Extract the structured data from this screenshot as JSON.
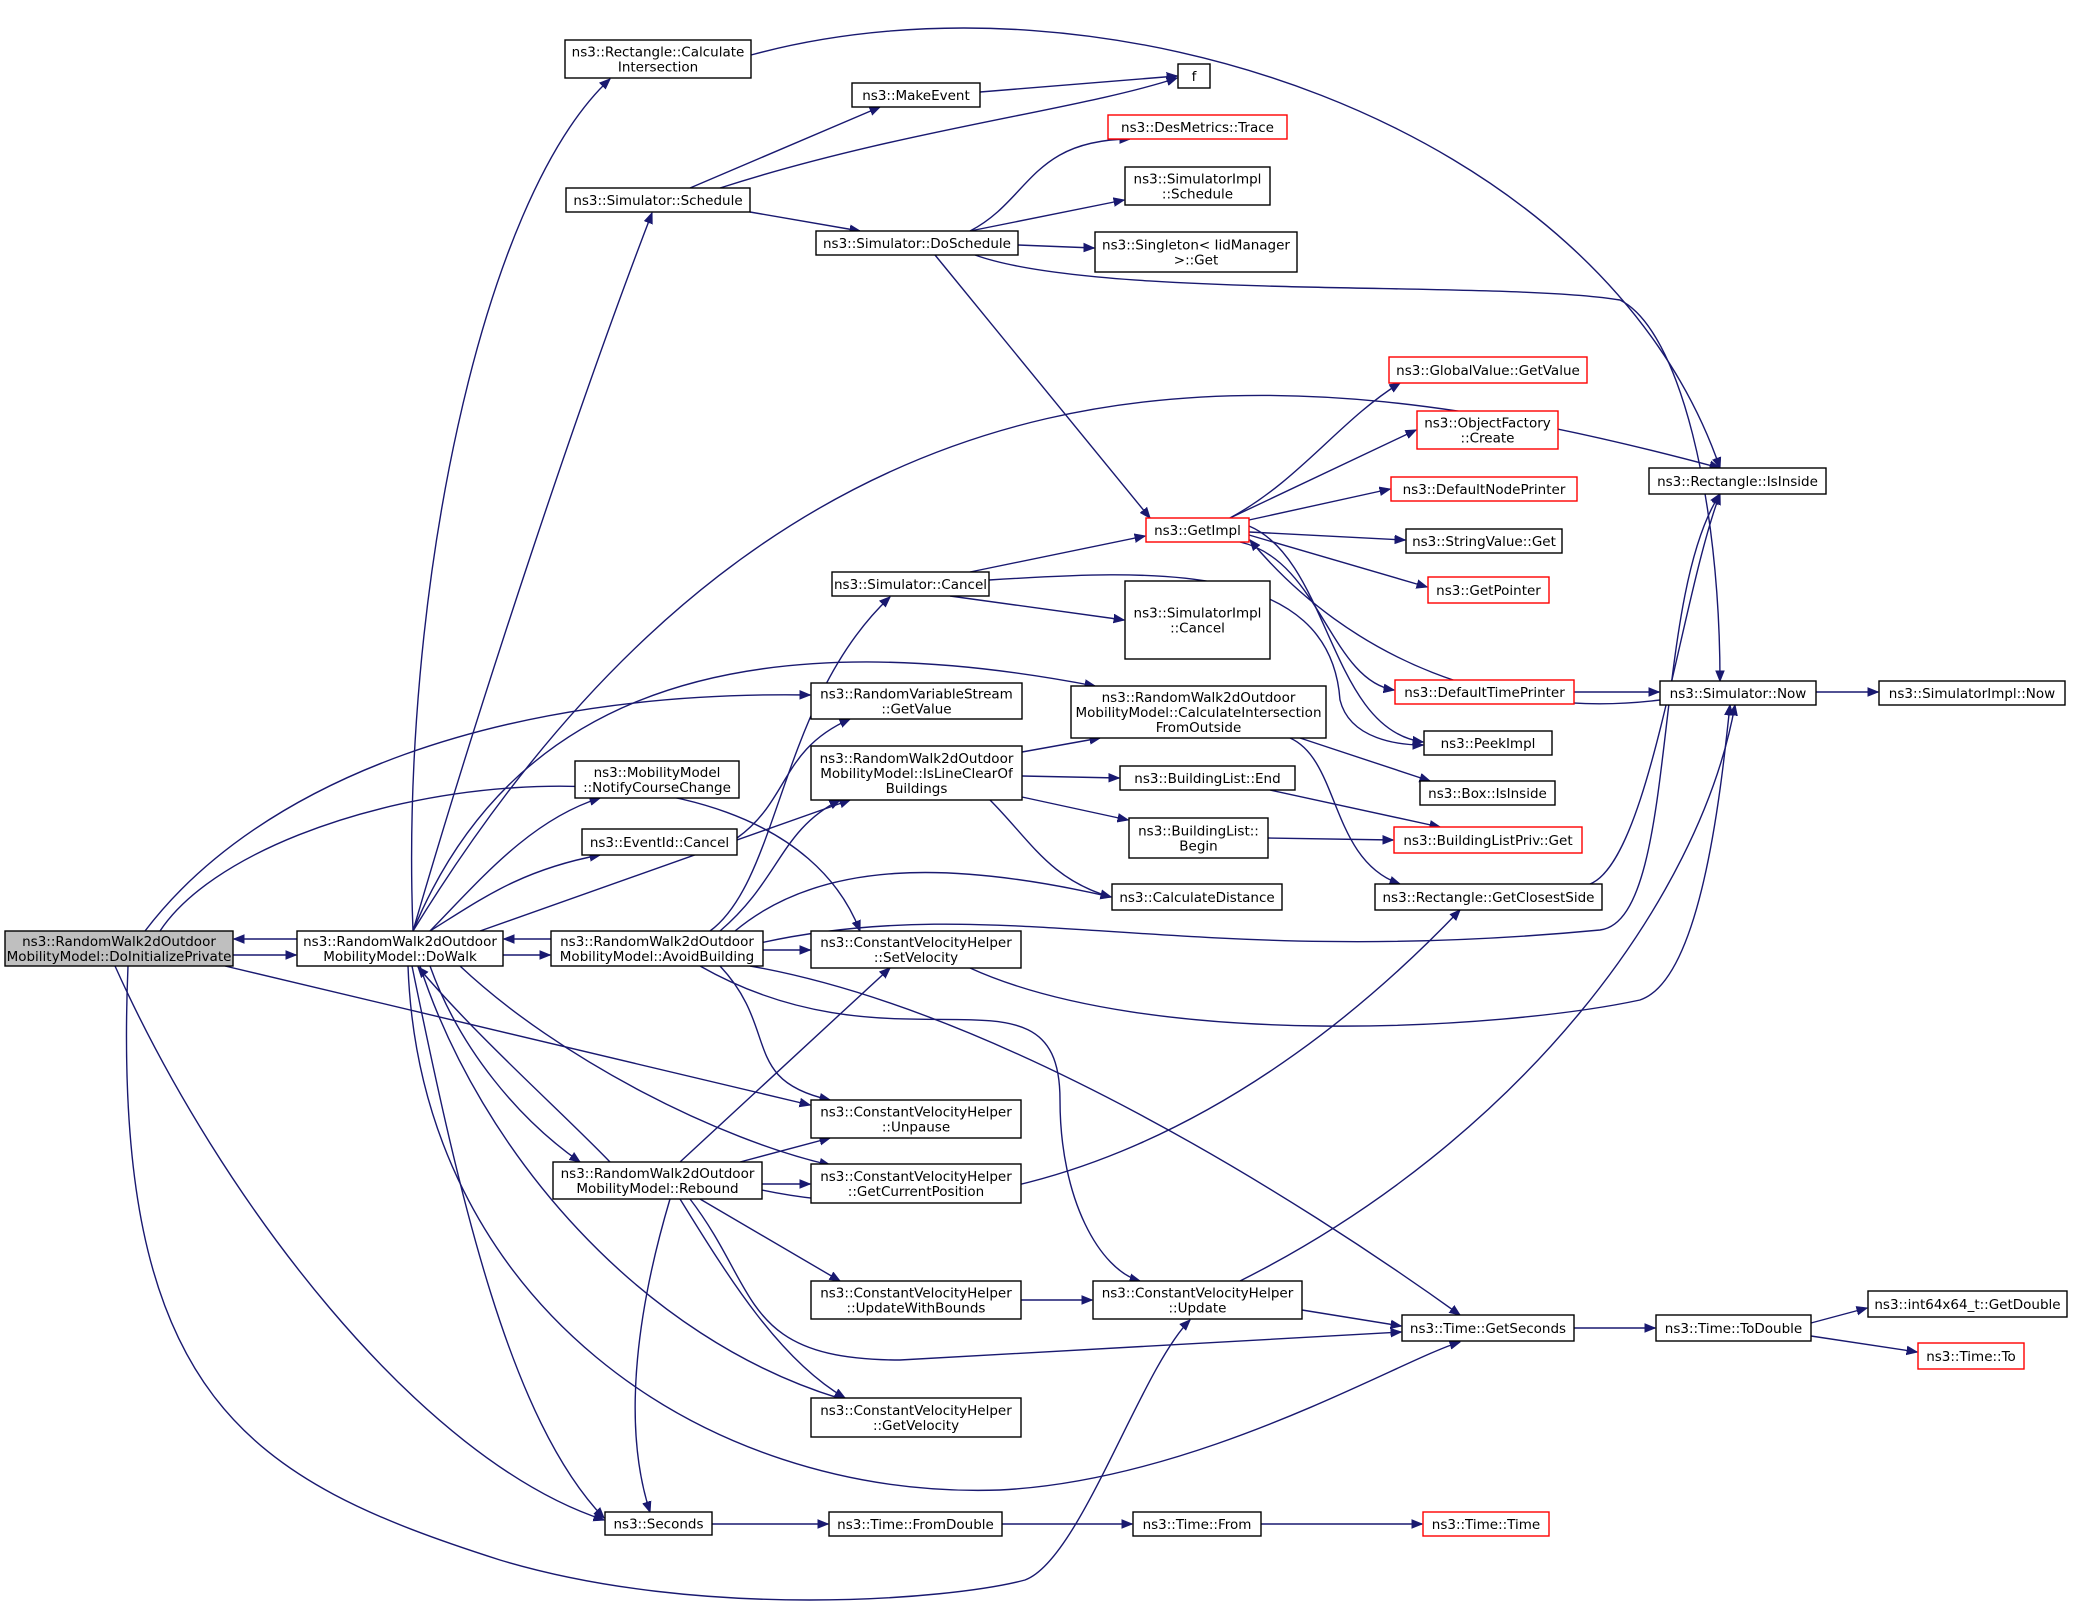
{
  "colors": {
    "edge": "#191970",
    "border_normal": "#000000",
    "border_truncated": "#ff0000",
    "fill_focus": "#bfbfbf",
    "fill_normal": "#ffffff",
    "text": "#000000"
  },
  "nodes": [
    {
      "id": "doinit",
      "lines": [
        "ns3::RandomWalk2dOutdoor",
        "MobilityModel::DoInitializePrivate"
      ],
      "style": "focus"
    },
    {
      "id": "dowalk",
      "lines": [
        "ns3::RandomWalk2dOutdoor",
        "MobilityModel::DoWalk"
      ],
      "style": "normal"
    },
    {
      "id": "avoid",
      "lines": [
        "ns3::RandomWalk2dOutdoor",
        "MobilityModel::AvoidBuilding"
      ],
      "style": "normal"
    },
    {
      "id": "rebound",
      "lines": [
        "ns3::RandomWalk2dOutdoor",
        "MobilityModel::Rebound"
      ],
      "style": "normal"
    },
    {
      "id": "seconds",
      "lines": [
        "ns3::Seconds"
      ],
      "style": "normal"
    },
    {
      "id": "rectcalc",
      "lines": [
        "ns3::Rectangle::Calculate",
        "Intersection"
      ],
      "style": "normal"
    },
    {
      "id": "schedule",
      "lines": [
        "ns3::Simulator::Schedule"
      ],
      "style": "normal"
    },
    {
      "id": "makeevent",
      "lines": [
        "ns3::MakeEvent"
      ],
      "style": "normal"
    },
    {
      "id": "f",
      "lines": [
        "f"
      ],
      "style": "normal"
    },
    {
      "id": "doschedule",
      "lines": [
        "ns3::Simulator::DoSchedule"
      ],
      "style": "normal"
    },
    {
      "id": "desmetrics",
      "lines": [
        "ns3::DesMetrics::Trace"
      ],
      "style": "truncated"
    },
    {
      "id": "simimplsched",
      "lines": [
        "ns3::SimulatorImpl",
        "::Schedule"
      ],
      "style": "normal"
    },
    {
      "id": "singleton",
      "lines": [
        "ns3::Singleton< IidManager",
        ">::Get"
      ],
      "style": "normal"
    },
    {
      "id": "globalvalue",
      "lines": [
        "ns3::GlobalValue::GetValue"
      ],
      "style": "truncated"
    },
    {
      "id": "objfactory",
      "lines": [
        "ns3::ObjectFactory",
        "::Create"
      ],
      "style": "truncated"
    },
    {
      "id": "rectisinside",
      "lines": [
        "ns3::Rectangle::IsInside"
      ],
      "style": "normal"
    },
    {
      "id": "defnodeprinter",
      "lines": [
        "ns3::DefaultNodePrinter"
      ],
      "style": "truncated"
    },
    {
      "id": "getimpl",
      "lines": [
        "ns3::GetImpl"
      ],
      "style": "truncated"
    },
    {
      "id": "stringvalue",
      "lines": [
        "ns3::StringValue::Get"
      ],
      "style": "normal"
    },
    {
      "id": "getpointer",
      "lines": [
        "ns3::GetPointer"
      ],
      "style": "truncated"
    },
    {
      "id": "simcancel",
      "lines": [
        "ns3::Simulator::Cancel"
      ],
      "style": "normal"
    },
    {
      "id": "simimplcancel",
      "lines": [
        "ns3::SimulatorImpl",
        "::Cancel"
      ],
      "style": "normal"
    },
    {
      "id": "deftimeprinter",
      "lines": [
        "ns3::DefaultTimePrinter"
      ],
      "style": "truncated"
    },
    {
      "id": "simnow",
      "lines": [
        "ns3::Simulator::Now"
      ],
      "style": "normal"
    },
    {
      "id": "simimplnow",
      "lines": [
        "ns3::SimulatorImpl::Now"
      ],
      "style": "normal"
    },
    {
      "id": "rvsgetvalue",
      "lines": [
        "ns3::RandomVariableStream",
        "::GetValue"
      ],
      "style": "normal"
    },
    {
      "id": "calcinter",
      "lines": [
        "ns3::RandomWalk2dOutdoor",
        "MobilityModel::CalculateIntersection",
        "FromOutside"
      ],
      "style": "normal"
    },
    {
      "id": "peekimpl",
      "lines": [
        "ns3::PeekImpl"
      ],
      "style": "normal"
    },
    {
      "id": "notifycourse",
      "lines": [
        "ns3::MobilityModel",
        "::NotifyCourseChange"
      ],
      "style": "normal"
    },
    {
      "id": "islineclear",
      "lines": [
        "ns3::RandomWalk2dOutdoor",
        "MobilityModel::IsLineClearOf",
        "Buildings"
      ],
      "style": "normal"
    },
    {
      "id": "blend",
      "lines": [
        "ns3::BuildingList::End"
      ],
      "style": "normal"
    },
    {
      "id": "boxisinside",
      "lines": [
        "ns3::Box::IsInside"
      ],
      "style": "normal"
    },
    {
      "id": "eventcancel",
      "lines": [
        "ns3::EventId::Cancel"
      ],
      "style": "normal"
    },
    {
      "id": "blbegin",
      "lines": [
        "ns3::BuildingList::",
        "Begin"
      ],
      "style": "normal"
    },
    {
      "id": "blprivget",
      "lines": [
        "ns3::BuildingListPriv::Get"
      ],
      "style": "truncated"
    },
    {
      "id": "calcdist",
      "lines": [
        "ns3::CalculateDistance"
      ],
      "style": "normal"
    },
    {
      "id": "rectclosest",
      "lines": [
        "ns3::Rectangle::GetClosestSide"
      ],
      "style": "normal"
    },
    {
      "id": "setvel",
      "lines": [
        "ns3::ConstantVelocityHelper",
        "::SetVelocity"
      ],
      "style": "normal"
    },
    {
      "id": "unpause",
      "lines": [
        "ns3::ConstantVelocityHelper",
        "::Unpause"
      ],
      "style": "normal"
    },
    {
      "id": "getcurpos",
      "lines": [
        "ns3::ConstantVelocityHelper",
        "::GetCurrentPosition"
      ],
      "style": "normal"
    },
    {
      "id": "updbounds",
      "lines": [
        "ns3::ConstantVelocityHelper",
        "::UpdateWithBounds"
      ],
      "style": "normal"
    },
    {
      "id": "update",
      "lines": [
        "ns3::ConstantVelocityHelper",
        "::Update"
      ],
      "style": "normal"
    },
    {
      "id": "getseconds",
      "lines": [
        "ns3::Time::GetSeconds"
      ],
      "style": "normal"
    },
    {
      "id": "todouble",
      "lines": [
        "ns3::Time::ToDouble"
      ],
      "style": "normal"
    },
    {
      "id": "int64get",
      "lines": [
        "ns3::int64x64_t::GetDouble"
      ],
      "style": "normal"
    },
    {
      "id": "timeto",
      "lines": [
        "ns3::Time::To"
      ],
      "style": "truncated"
    },
    {
      "id": "getvel",
      "lines": [
        "ns3::ConstantVelocityHelper",
        "::GetVelocity"
      ],
      "style": "normal"
    },
    {
      "id": "fromdouble",
      "lines": [
        "ns3::Time::FromDouble"
      ],
      "style": "normal"
    },
    {
      "id": "timefrom",
      "lines": [
        "ns3::Time::From"
      ],
      "style": "normal"
    },
    {
      "id": "timetime",
      "lines": [
        "ns3::Time::Time"
      ],
      "style": "truncated"
    }
  ],
  "edges": [
    [
      "doinit",
      "dowalk"
    ],
    [
      "doinit",
      "rvsgetvalue"
    ],
    [
      "doinit",
      "setvel"
    ],
    [
      "doinit",
      "unpause"
    ],
    [
      "doinit",
      "seconds"
    ],
    [
      "doinit",
      "update"
    ],
    [
      "dowalk",
      "doinit"
    ],
    [
      "dowalk",
      "avoid"
    ],
    [
      "dowalk",
      "rebound"
    ],
    [
      "dowalk",
      "rectcalc"
    ],
    [
      "dowalk",
      "schedule"
    ],
    [
      "dowalk",
      "rectisinside"
    ],
    [
      "dowalk",
      "calcinter"
    ],
    [
      "dowalk",
      "notifycourse"
    ],
    [
      "dowalk",
      "eventcancel"
    ],
    [
      "dowalk",
      "islineclear"
    ],
    [
      "dowalk",
      "getcurpos"
    ],
    [
      "dowalk",
      "getvel"
    ],
    [
      "dowalk",
      "seconds"
    ],
    [
      "dowalk",
      "getseconds"
    ],
    [
      "avoid",
      "dowalk"
    ],
    [
      "avoid",
      "simcancel"
    ],
    [
      "avoid",
      "islineclear"
    ],
    [
      "avoid",
      "calcdist"
    ],
    [
      "avoid",
      "rectisinside"
    ],
    [
      "avoid",
      "setvel"
    ],
    [
      "avoid",
      "unpause"
    ],
    [
      "avoid",
      "update"
    ],
    [
      "avoid",
      "getseconds"
    ],
    [
      "rebound",
      "dowalk"
    ],
    [
      "rebound",
      "setvel"
    ],
    [
      "rebound",
      "unpause"
    ],
    [
      "rebound",
      "getcurpos"
    ],
    [
      "rebound",
      "rectclosest"
    ],
    [
      "rebound",
      "updbounds"
    ],
    [
      "rebound",
      "getseconds"
    ],
    [
      "rebound",
      "getvel"
    ],
    [
      "rebound",
      "seconds"
    ],
    [
      "seconds",
      "fromdouble"
    ],
    [
      "fromdouble",
      "timefrom"
    ],
    [
      "timefrom",
      "timetime"
    ],
    [
      "rectcalc",
      "rectisinside"
    ],
    [
      "schedule",
      "makeevent"
    ],
    [
      "schedule",
      "f"
    ],
    [
      "schedule",
      "doschedule"
    ],
    [
      "makeevent",
      "f"
    ],
    [
      "doschedule",
      "desmetrics"
    ],
    [
      "doschedule",
      "simimplsched"
    ],
    [
      "doschedule",
      "singleton"
    ],
    [
      "doschedule",
      "getimpl"
    ],
    [
      "doschedule",
      "simnow"
    ],
    [
      "getimpl",
      "globalvalue"
    ],
    [
      "getimpl",
      "objfactory"
    ],
    [
      "getimpl",
      "defnodeprinter"
    ],
    [
      "getimpl",
      "stringvalue"
    ],
    [
      "getimpl",
      "getpointer"
    ],
    [
      "getimpl",
      "deftimeprinter"
    ],
    [
      "getimpl",
      "peekimpl"
    ],
    [
      "simcancel",
      "getimpl"
    ],
    [
      "simcancel",
      "simimplcancel"
    ],
    [
      "simcancel",
      "peekimpl"
    ],
    [
      "deftimeprinter",
      "simnow"
    ],
    [
      "simnow",
      "getimpl"
    ],
    [
      "simnow",
      "simimplnow"
    ],
    [
      "eventcancel",
      "rvsgetvalue"
    ],
    [
      "islineclear",
      "calcinter"
    ],
    [
      "islineclear",
      "blend"
    ],
    [
      "islineclear",
      "blbegin"
    ],
    [
      "islineclear",
      "calcdist"
    ],
    [
      "calcinter",
      "boxisinside"
    ],
    [
      "calcinter",
      "rectclosest"
    ],
    [
      "blend",
      "blprivget"
    ],
    [
      "blbegin",
      "blprivget"
    ],
    [
      "rectclosest",
      "rectisinside"
    ],
    [
      "setvel",
      "simnow"
    ],
    [
      "updbounds",
      "update"
    ],
    [
      "update",
      "simnow"
    ],
    [
      "update",
      "getseconds"
    ],
    [
      "getseconds",
      "todouble"
    ],
    [
      "todouble",
      "int64get"
    ],
    [
      "todouble",
      "timeto"
    ]
  ]
}
